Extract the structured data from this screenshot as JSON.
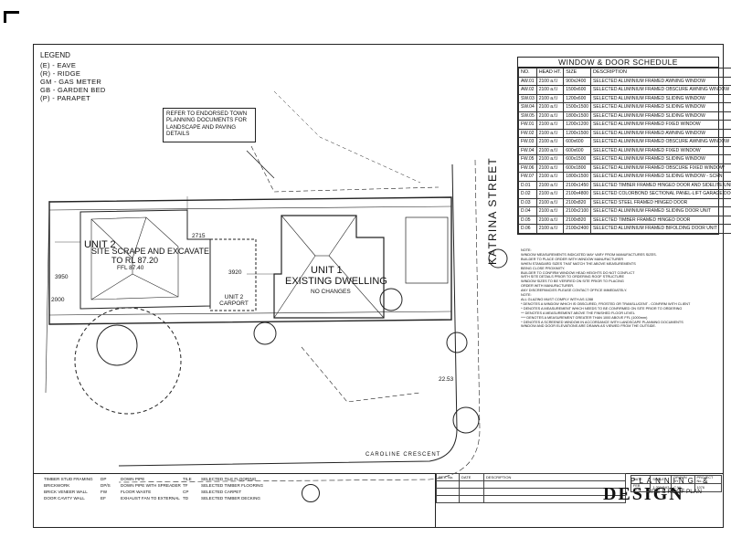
{
  "legend": {
    "title": "LEGEND",
    "items": [
      "(E) - EAVE",
      "(R) - RIDGE",
      "GM - GAS METER",
      "GB - GARDEN BED",
      "(P) - PARAPET"
    ]
  },
  "note_box": "REFER TO ENDORSED TOWN PLANNING DOCUMENTS FOR LANDSCAPE AND PAVING DETAILS",
  "labels": {
    "unit2": "UNIT 2",
    "unit2_sub1": "SITE SCRAPE AND EXCAVATE",
    "unit2_sub2": "TO RL 87.20",
    "unit2_sub3": "FFL 87.40",
    "unit2_carport": "UNIT 2 CARPORT",
    "unit1": "UNIT 1",
    "unit1_sub": "EXISTING DWELLING",
    "unit1_sub2": "NO CHANGES",
    "street": "KATRINA STREET",
    "crescent": "CAROLINE CRESCENT"
  },
  "schedule": {
    "title": "WINDOW & DOOR SCHEDULE",
    "headers": [
      "NO.",
      "HEAD HT.",
      "SIZE",
      "DESCRIPTION"
    ],
    "rows": [
      [
        "AW.01",
        "2100 a.f.l",
        "900x2400",
        "SELECTED ALUMINIUM FRAMED AWNING WINDOW"
      ],
      [
        "AW.02",
        "2100 a.f.l",
        "1500x600",
        "SELECTED ALUMINIUM FRAMED OBSCURE AWNING WINDOW"
      ],
      [
        "SW.03",
        "2100 a.f.l",
        "1200x600",
        "SELECTED ALUMINIUM FRAMED SLIDING WINDOW"
      ],
      [
        "SW.04",
        "2100 a.f.l",
        "1500x1500",
        "SELECTED ALUMINIUM FRAMED SLIDING WINDOW"
      ],
      [
        "SW.05",
        "2100 a.f.l",
        "1800x1500",
        "SELECTED ALUMINIUM FRAMED SLIDING WINDOW"
      ],
      [
        "FW.01",
        "2100 a.f.l",
        "1200x1200",
        "SELECTED ALUMINIUM FRAMED FIXED WINDOW"
      ],
      [
        "FW.02",
        "2100 a.f.l",
        "1200x1500",
        "SELECTED ALUMINIUM FRAMED AWNING WINDOW"
      ],
      [
        "FW.03",
        "2100 a.f.l",
        "600x600",
        "SELECTED ALUMINIUM FRAMED OBSCURE AWNING WINDOW"
      ],
      [
        "FW.04",
        "2100 a.f.l",
        "600x600",
        "SELECTED ALUMINIUM FRAMED FIXED WINDOW"
      ],
      [
        "FW.05",
        "2100 a.f.l",
        "600x1500",
        "SELECTED ALUMINIUM FRAMED SLIDING WINDOW"
      ],
      [
        "FW.06",
        "2100 a.f.l",
        "600x1800",
        "SELECTED ALUMINIUM FRAMED OBSCURE FIXED WINDOW"
      ],
      [
        "FW.07",
        "2100 a.f.l",
        "1800x1500",
        "SELECTED ALUMINIUM FRAMED SLIDING WINDOW - SCRN"
      ],
      [
        "D.01",
        "2100 a.f.l",
        "2100x1450",
        "SELECTED TIMBER FRAMED HINGED DOOR AND SIDELITE UNIT"
      ],
      [
        "D.02",
        "2100 a.f.l",
        "2100x4800",
        "SELECTED COLORBOND SECTIONAL PANEL-LIFT GARAGE DOOR"
      ],
      [
        "D.03",
        "2100 a.f.l",
        "2100x820",
        "SELECTED STEEL FRAMED HINGED DOOR"
      ],
      [
        "D.04",
        "2100 a.f.l",
        "2100x2100",
        "SELECTED ALUMINIUM FRAMED SLIDING DOOR UNIT"
      ],
      [
        "D.05",
        "2100 a.f.l",
        "2100x820",
        "SELECTED TIMBER FRAMED HINGED DOOR"
      ],
      [
        "D.06",
        "2100 a.f.l",
        "2100x2400",
        "SELECTED ALUMINIUM FRAMED BIFOLDING DOOR UNIT"
      ]
    ],
    "notes": [
      "NOTE:",
      "WINDOW MEASUREMENTS INDICATED MAY VARY FROM MANUFACTURES SIZES.",
      "BUILDER TO PLACE ORDER WITH WINDOW MANUFACTURER",
      "WHEN STANDARD SIZES THAT MATCH THE ABOVE MEASUREMENTS",
      "BEING CLOSE PROXIMITY.",
      "BUILDER TO CONFIRM WINDOW HEAD HEIGHTS DO NOT CONFLICT",
      "WITH SITE DETAILS PRIOR TO ORDERING ROOF STRUCTURE",
      "WINDOW SIZES TO BE VERIFIED ON SITE PRIOR TO PLACING",
      "ORDER WITH MANUFACTURER.",
      "ANY DISCREPANCIES PLEASE CONTACT OFFICE IMMEDIATELY.",
      "NOTE:",
      "ALL GLAZING MUST COMPLY WITH AS 1288",
      "* DENOTES A WINDOW WHICH IS OBSCURED, FROSTED OR TRANSLUCENT - CONFIRM WITH CLIENT",
      "^ DENOTES A MEASUREMENT WHICH NEEDS TO BE CONFIRMED ON SITE PRIOR TO ORDERING",
      "^^ DENOTES A MEASUREMENT ABOVE THE FINISHED FLOOR LEVEL",
      "^^^ DENOTES A MEASUREMENT GREATER THAN 1000 ABOVE FFL (1000mm)",
      "^ DENOTES A SCREENED WINDOW IN ACCORDANCE WITH LANDSCAPE PLANNING DOCUMENTS",
      "WINDOW AND DOOR ELEVATIONS ARE DRAWN AS VIEWED FROM THE OUTSIDE."
    ]
  },
  "keys": {
    "col1": [
      "TIMBER STUD FRAMING",
      "BRICKWORK",
      "BRICK VENEER WALL",
      "DOOR CAVITY WALL"
    ],
    "col2": [
      "DOWN PIPE",
      "DOWN PIPE WITH SPREADER",
      "FLOOR WASTE",
      "EXHAUST FAN TO EXTERNAL"
    ],
    "col3": [
      "SELECTED TILE FLOORING",
      "SELECTED TIMBER FLOORING",
      "SELECTED CARPET",
      "SELECTED TIMBER DECKING"
    ],
    "col3_codes": [
      "TILE",
      "TF",
      "CP",
      "TD"
    ],
    "col2_codes": [
      "DP",
      "DP/S",
      "FW",
      "EF"
    ]
  },
  "revision": {
    "headers": [
      "REV. No.",
      "DATE",
      "DESCRIPTION"
    ]
  },
  "brand": {
    "top": "PLANNING &",
    "main": "DESIGN",
    "drawing_title": "SITE & ROOF PLAN",
    "proj_headers": [
      "DATE",
      "SCALE",
      "DRAWN BY",
      "PROJECT No."
    ],
    "proj_values": [
      "FEB 2011",
      "1:200@A3",
      "C.W.",
      "1076"
    ]
  },
  "dims": {
    "d1": "2715",
    "d2": "3950",
    "d3": "3920",
    "d4": "2000",
    "d5": "22.53"
  }
}
